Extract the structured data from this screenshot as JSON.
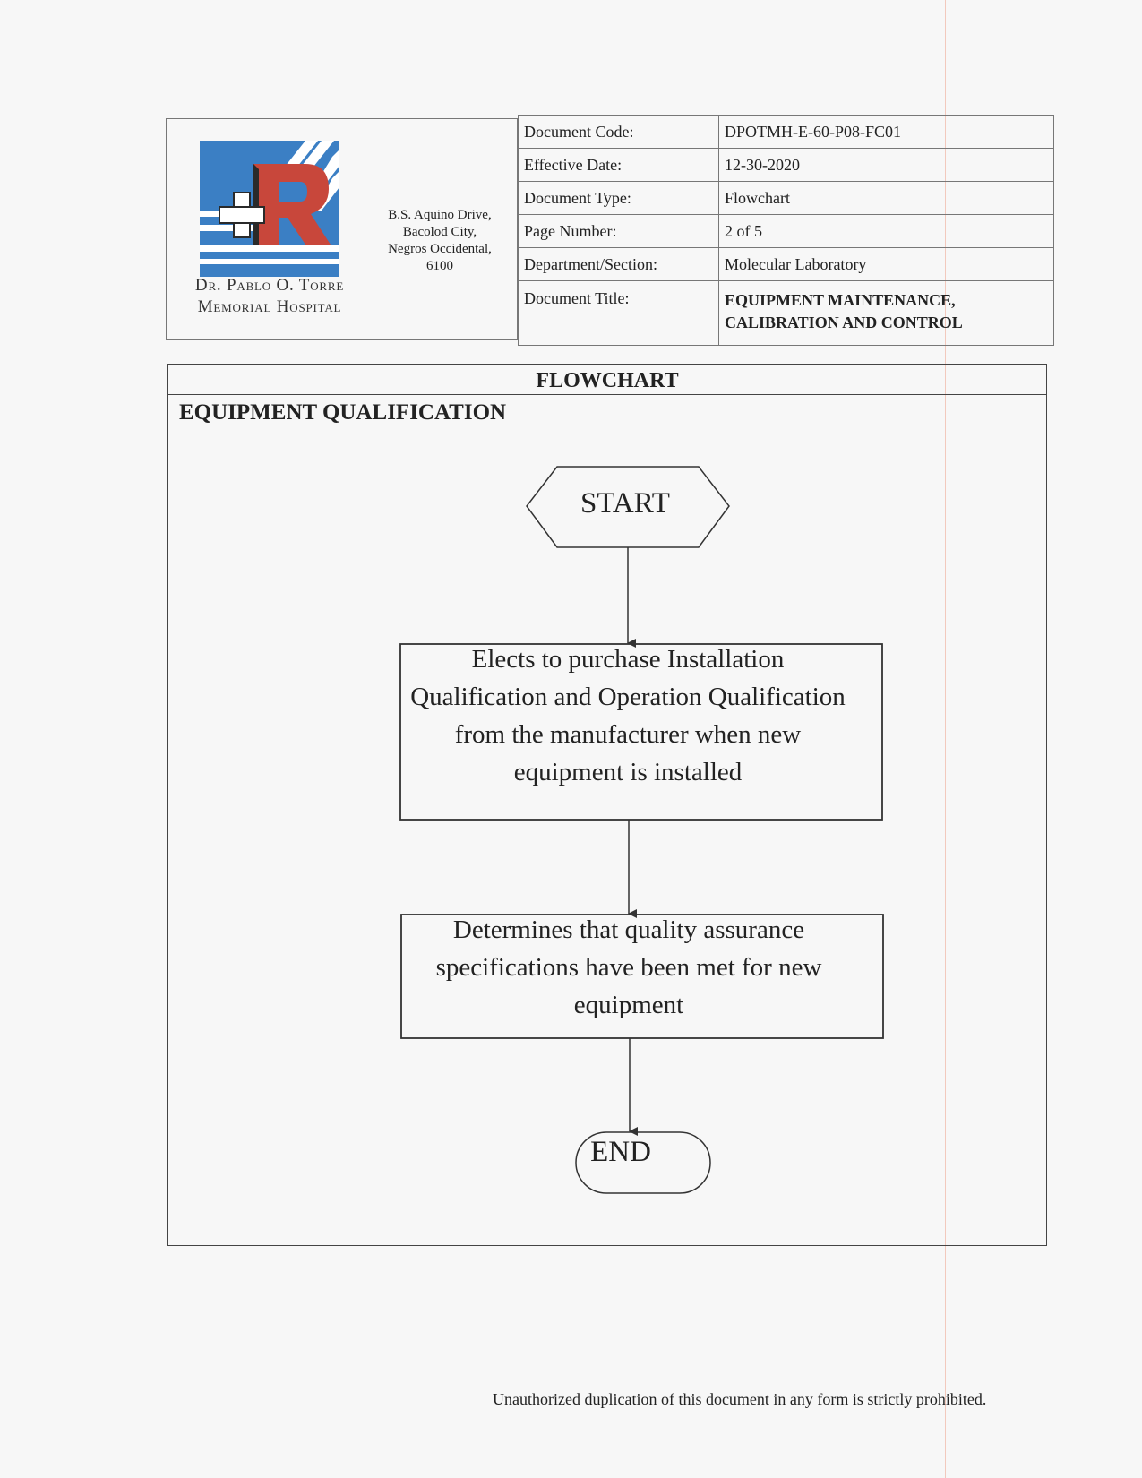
{
  "header": {
    "hospital_name_line1": "Dr. Pablo O. Torre",
    "hospital_name_line2": "Memorial Hospital",
    "address_lines": [
      "B.S. Aquino Drive,",
      "Bacolod City,",
      "Negros Occidental,",
      "6100"
    ],
    "meta": [
      {
        "label": "Document Code:",
        "value": "DPOTMH-E-60-P08-FC01"
      },
      {
        "label": "Effective Date:",
        "value": "12-30-2020"
      },
      {
        "label": "Document Type:",
        "value": "Flowchart"
      },
      {
        "label": "Page Number:",
        "value": "2 of 5"
      },
      {
        "label": "Department/Section:",
        "value": "Molecular Laboratory"
      },
      {
        "label": "Document Title:",
        "value_line1": "EQUIPMENT MAINTENANCE,",
        "value_line2": "CALIBRATION AND CONTROL"
      }
    ],
    "logo_colors": {
      "blue": "#3b7fc4",
      "red": "#c8473b"
    }
  },
  "flowchart": {
    "heading": "FLOWCHART",
    "section": "EQUIPMENT QUALIFICATION",
    "start_label": "START",
    "step1_lines": [
      "Elects to purchase Installation",
      "Qualification and Operation Qualification",
      "from the manufacturer when new",
      "equipment is installed"
    ],
    "step2_lines": [
      "Determines that quality assurance",
      "specifications have been met for new",
      "equipment"
    ],
    "end_label": "END"
  },
  "footer": {
    "notice": "Unauthorized duplication of this document in any form is strictly prohibited."
  }
}
